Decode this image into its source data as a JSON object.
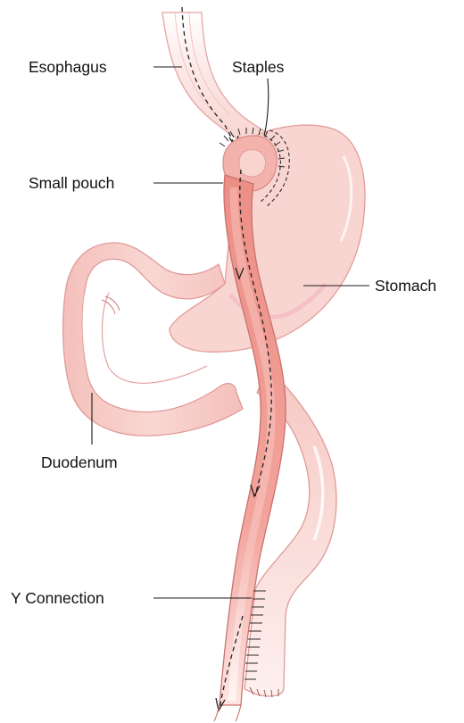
{
  "labels": {
    "esophagus": "Esophagus",
    "staples": "Staples",
    "small_pouch": "Small pouch",
    "stomach": "Stomach",
    "duodenum": "Duodenum",
    "y_connection": "Y Connection"
  },
  "colors": {
    "stomach_fill": "#f8d3cf",
    "stomach_outline": "#e39a9a",
    "intestine_fill": "#f6c6c2",
    "intestine_highlight": "#fbe3e0",
    "roux_limb_fill": "#ee958c",
    "roux_limb_core": "#f2a79f",
    "inner_pink": "#f4b6c8",
    "leader_line": "#1a1a1a"
  }
}
